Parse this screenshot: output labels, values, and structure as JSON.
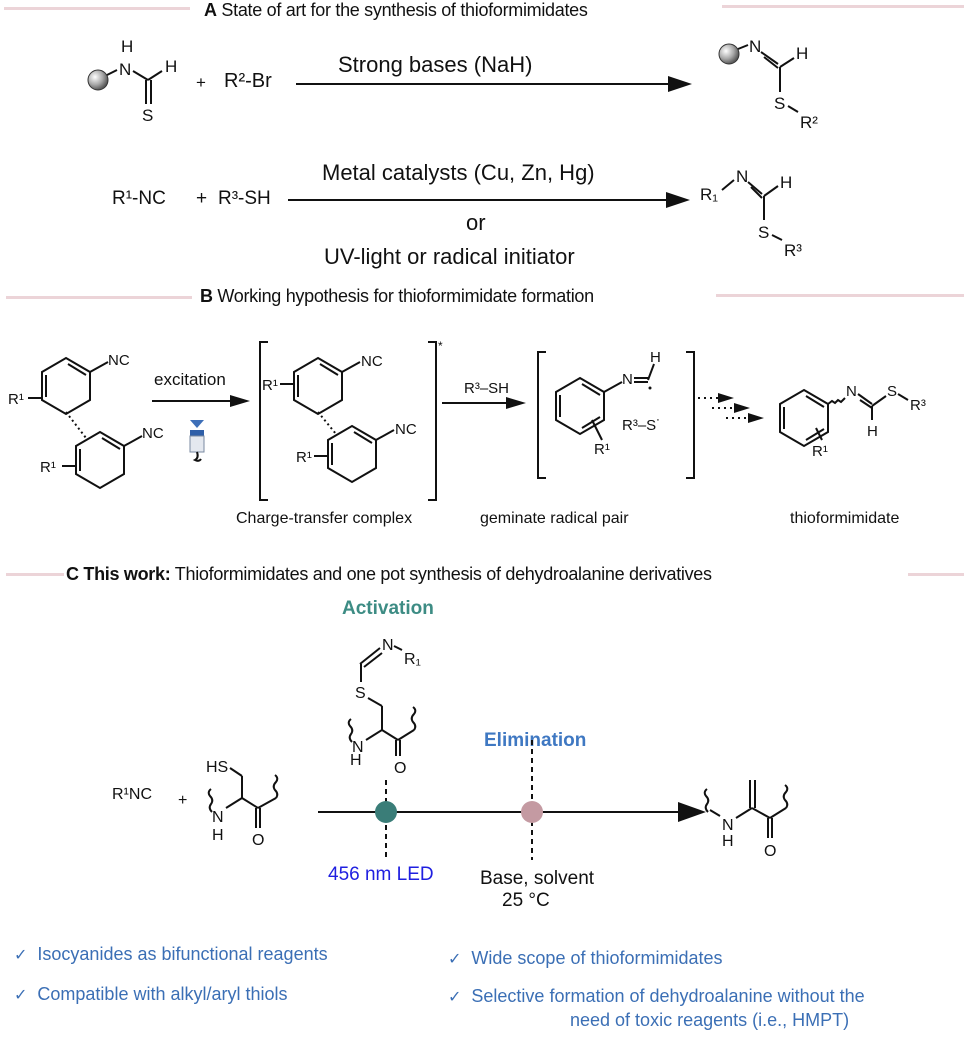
{
  "sections": {
    "A": {
      "letter": "A",
      "title": "State of art for the synthesis of thioformimidates",
      "reaction1": {
        "reactant_plus": "+",
        "reagent": "R²-Br",
        "conditions": "Strong bases (NaH)",
        "reactant_atoms": {
          "H_top": "H",
          "N": "N",
          "H": "H",
          "S": "S"
        },
        "product_atoms": {
          "N": "N",
          "H": "H",
          "S": "S",
          "R": "R²"
        }
      },
      "reaction2": {
        "reactant1": "R¹-NC",
        "plus": "+",
        "reactant2": "R³-SH",
        "conditions_top": "Metal catalysts (Cu, Zn, Hg)",
        "conditions_or": "or",
        "conditions_bottom": "UV-light or radical initiator",
        "product_atoms": {
          "R": "R₁",
          "N": "N",
          "H": "H",
          "S": "S",
          "R3": "R³"
        }
      }
    },
    "B": {
      "letter": "B",
      "title": "Working hypothesis for thioformimidate formation",
      "step1_label": "excitation",
      "step2_label": "R³–SH",
      "excited_mark": "*",
      "substituent": "R¹",
      "nc": "NC",
      "radical_h": "H",
      "radical_n": "N",
      "thiyl_radical": "R³–S˙",
      "product_atoms": {
        "N": "N",
        "S": "S",
        "R3": "R³",
        "H": "H",
        "R1": "R¹"
      },
      "captions": [
        "Charge-transfer complex",
        "geminate radical pair",
        "thioformimidate"
      ]
    },
    "C": {
      "letter": "C",
      "title_bold": "This work:",
      "title_rest": " Thioformimidates and one pot synthesis of dehydroalanine derivatives",
      "reactant1": "R¹NC",
      "plus": "+",
      "activation": {
        "label": "Activation",
        "color": "#3d8c84",
        "condition": "456 nm LED",
        "condition_color": "#1f1fe0",
        "dot_color": "#3a7d78"
      },
      "elimination": {
        "label": "Elimination",
        "color": "#3f78c2",
        "condition_line1": "Base, solvent",
        "condition_line2": "25 °C",
        "dot_color": "#c49aa2"
      },
      "atoms": {
        "HS": "HS",
        "N": "N",
        "H": "H",
        "O": "O",
        "S": "S",
        "R1": "R₁"
      }
    }
  },
  "bullets": [
    {
      "icon": "check-icon",
      "text": "Isocyanides as bifunctional reagents"
    },
    {
      "icon": "check-icon",
      "text": "Wide scope of thioformimidates"
    },
    {
      "icon": "check-icon",
      "text": "Compatible with alkyl/aryl thiols"
    },
    {
      "icon": "check-icon",
      "text": "Selective formation of dehydroalanine without the"
    },
    {
      "icon": "check-icon",
      "text": "need of toxic reagents (i.e., HMPT)"
    }
  ],
  "check_glyph": "✓",
  "colors": {
    "rule": "#ecd4d8",
    "bullet_text": "#3b6fb5"
  }
}
